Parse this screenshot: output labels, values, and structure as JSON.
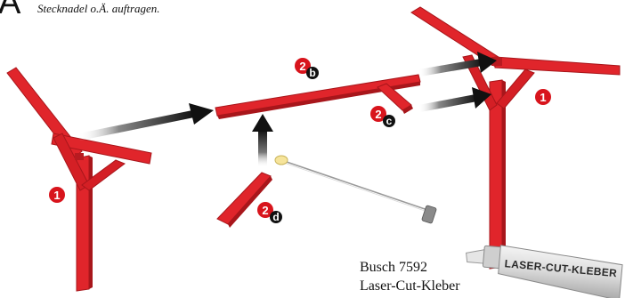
{
  "step_letter": "A",
  "instruction": "Stecknadel o.Ä. auftragen.",
  "product": {
    "line1": "Busch 7592",
    "line2": "Laser-Cut-Kleber",
    "tube_label": "LASER-CUT-KLEBER"
  },
  "callouts": [
    {
      "id": "frame-left",
      "number": "1",
      "letter": ""
    },
    {
      "id": "frame-right",
      "number": "1",
      "letter": ""
    },
    {
      "id": "beam-b",
      "number": "2",
      "letter": "b"
    },
    {
      "id": "brace-c",
      "number": "2",
      "letter": "c"
    },
    {
      "id": "brace-d",
      "number": "2",
      "letter": "d"
    }
  ],
  "colors": {
    "wood_red": "#e0252b",
    "wood_dark": "#a8161b",
    "badge_red": "#d8141c",
    "badge_black": "#111111",
    "arrow_dark": "#111111"
  }
}
